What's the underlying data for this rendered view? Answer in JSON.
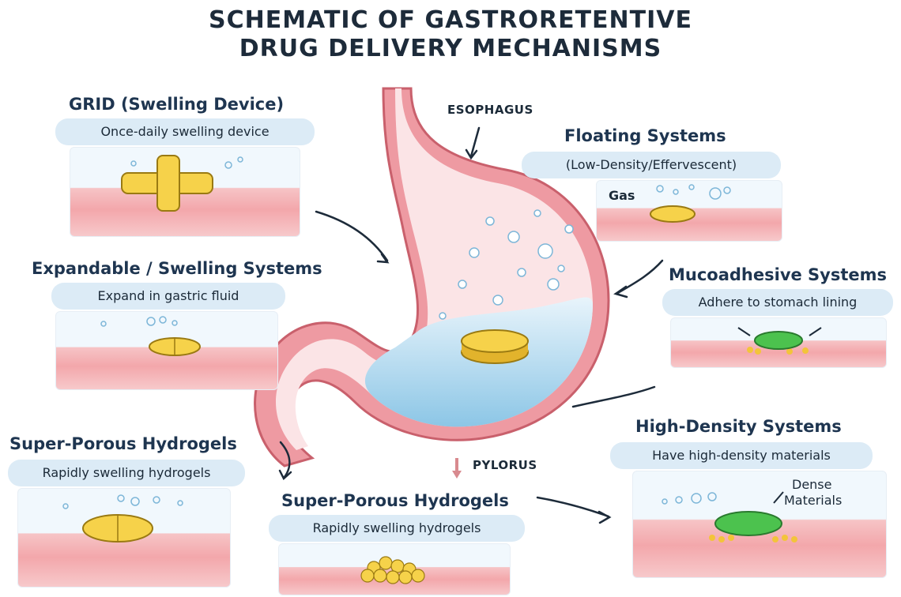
{
  "title": {
    "line1": "SCHEMATIC OF GASTRORETENTIVE",
    "line2": "DRUG DELIVERY MECHANISMS"
  },
  "organ_labels": {
    "esophagus": "ESOPHAGUS",
    "pylorus": "PYLORUS"
  },
  "panels": {
    "grid": {
      "heading": "GRID (Swelling Device)",
      "desc": "Once-daily swelling device"
    },
    "expandable": {
      "heading": "Expandable / Swelling Systems",
      "desc": "Expand in gastric fluid"
    },
    "superporous_left": {
      "heading": "Super-Porous Hydrogels",
      "desc": "Rapidly swelling hydrogels"
    },
    "superporous_center": {
      "heading": "Super-Porous Hydrogels",
      "desc": "Rapidly swelling hydrogels"
    },
    "floating": {
      "heading": "Floating Systems",
      "desc": "(Low-Density/Effervescent)",
      "gas_label": "Gas"
    },
    "mucoadhesive": {
      "heading": "Mucoadhesive Systems",
      "desc": "Adhere to stomach lining"
    },
    "high_density": {
      "heading": "High-Density Systems",
      "desc": "Have high-density materials",
      "dense_label_1": "Dense",
      "dense_label_2": "Materials"
    }
  },
  "colors": {
    "tissue_pink": "#f3a7ab",
    "stomach_wall": "#ee9aa2",
    "fluid_blue": "#9fd0ec",
    "tablet_yellow": "#f6d24a",
    "tablet_green": "#4cc24e",
    "pill_blue": "#dcebf6"
  }
}
